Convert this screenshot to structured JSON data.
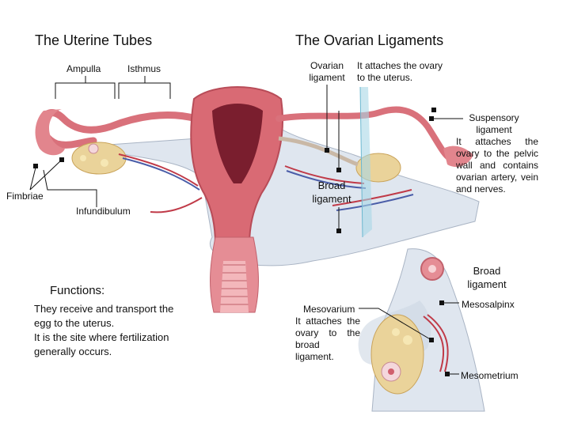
{
  "titles": {
    "uterine_tubes": "The Uterine Tubes",
    "ovarian_ligaments": "The Ovarian Ligaments"
  },
  "labels": {
    "ampulla": "Ampulla",
    "isthmus": "Isthmus",
    "fimbriae": "Fimbriae",
    "infundibulum": "Infundibulum",
    "ovarian_ligament": "Ovarian ligament",
    "ovarian_ligament_desc": "It attaches the ovary to the uterus.",
    "suspensory_ligament": "Suspensory ligament",
    "suspensory_ligament_desc": "It attaches the ovary to the pelvic wall and contains ovarian artery, vein and nerves.",
    "broad_ligament_top": "Broad ligament",
    "broad_ligament_inset": "Broad ligament",
    "mesovarium": "Mesovarium",
    "mesovarium_desc": "It attaches the ovary to the broad ligament.",
    "mesosalpinx": "Mesosalpinx",
    "mesometrium": "Mesometrium"
  },
  "functions": {
    "heading": "Functions:",
    "line1": "They receive and transport the egg to the uterus.",
    "line2": "It is the site where fertilization generally occurs."
  }
}
